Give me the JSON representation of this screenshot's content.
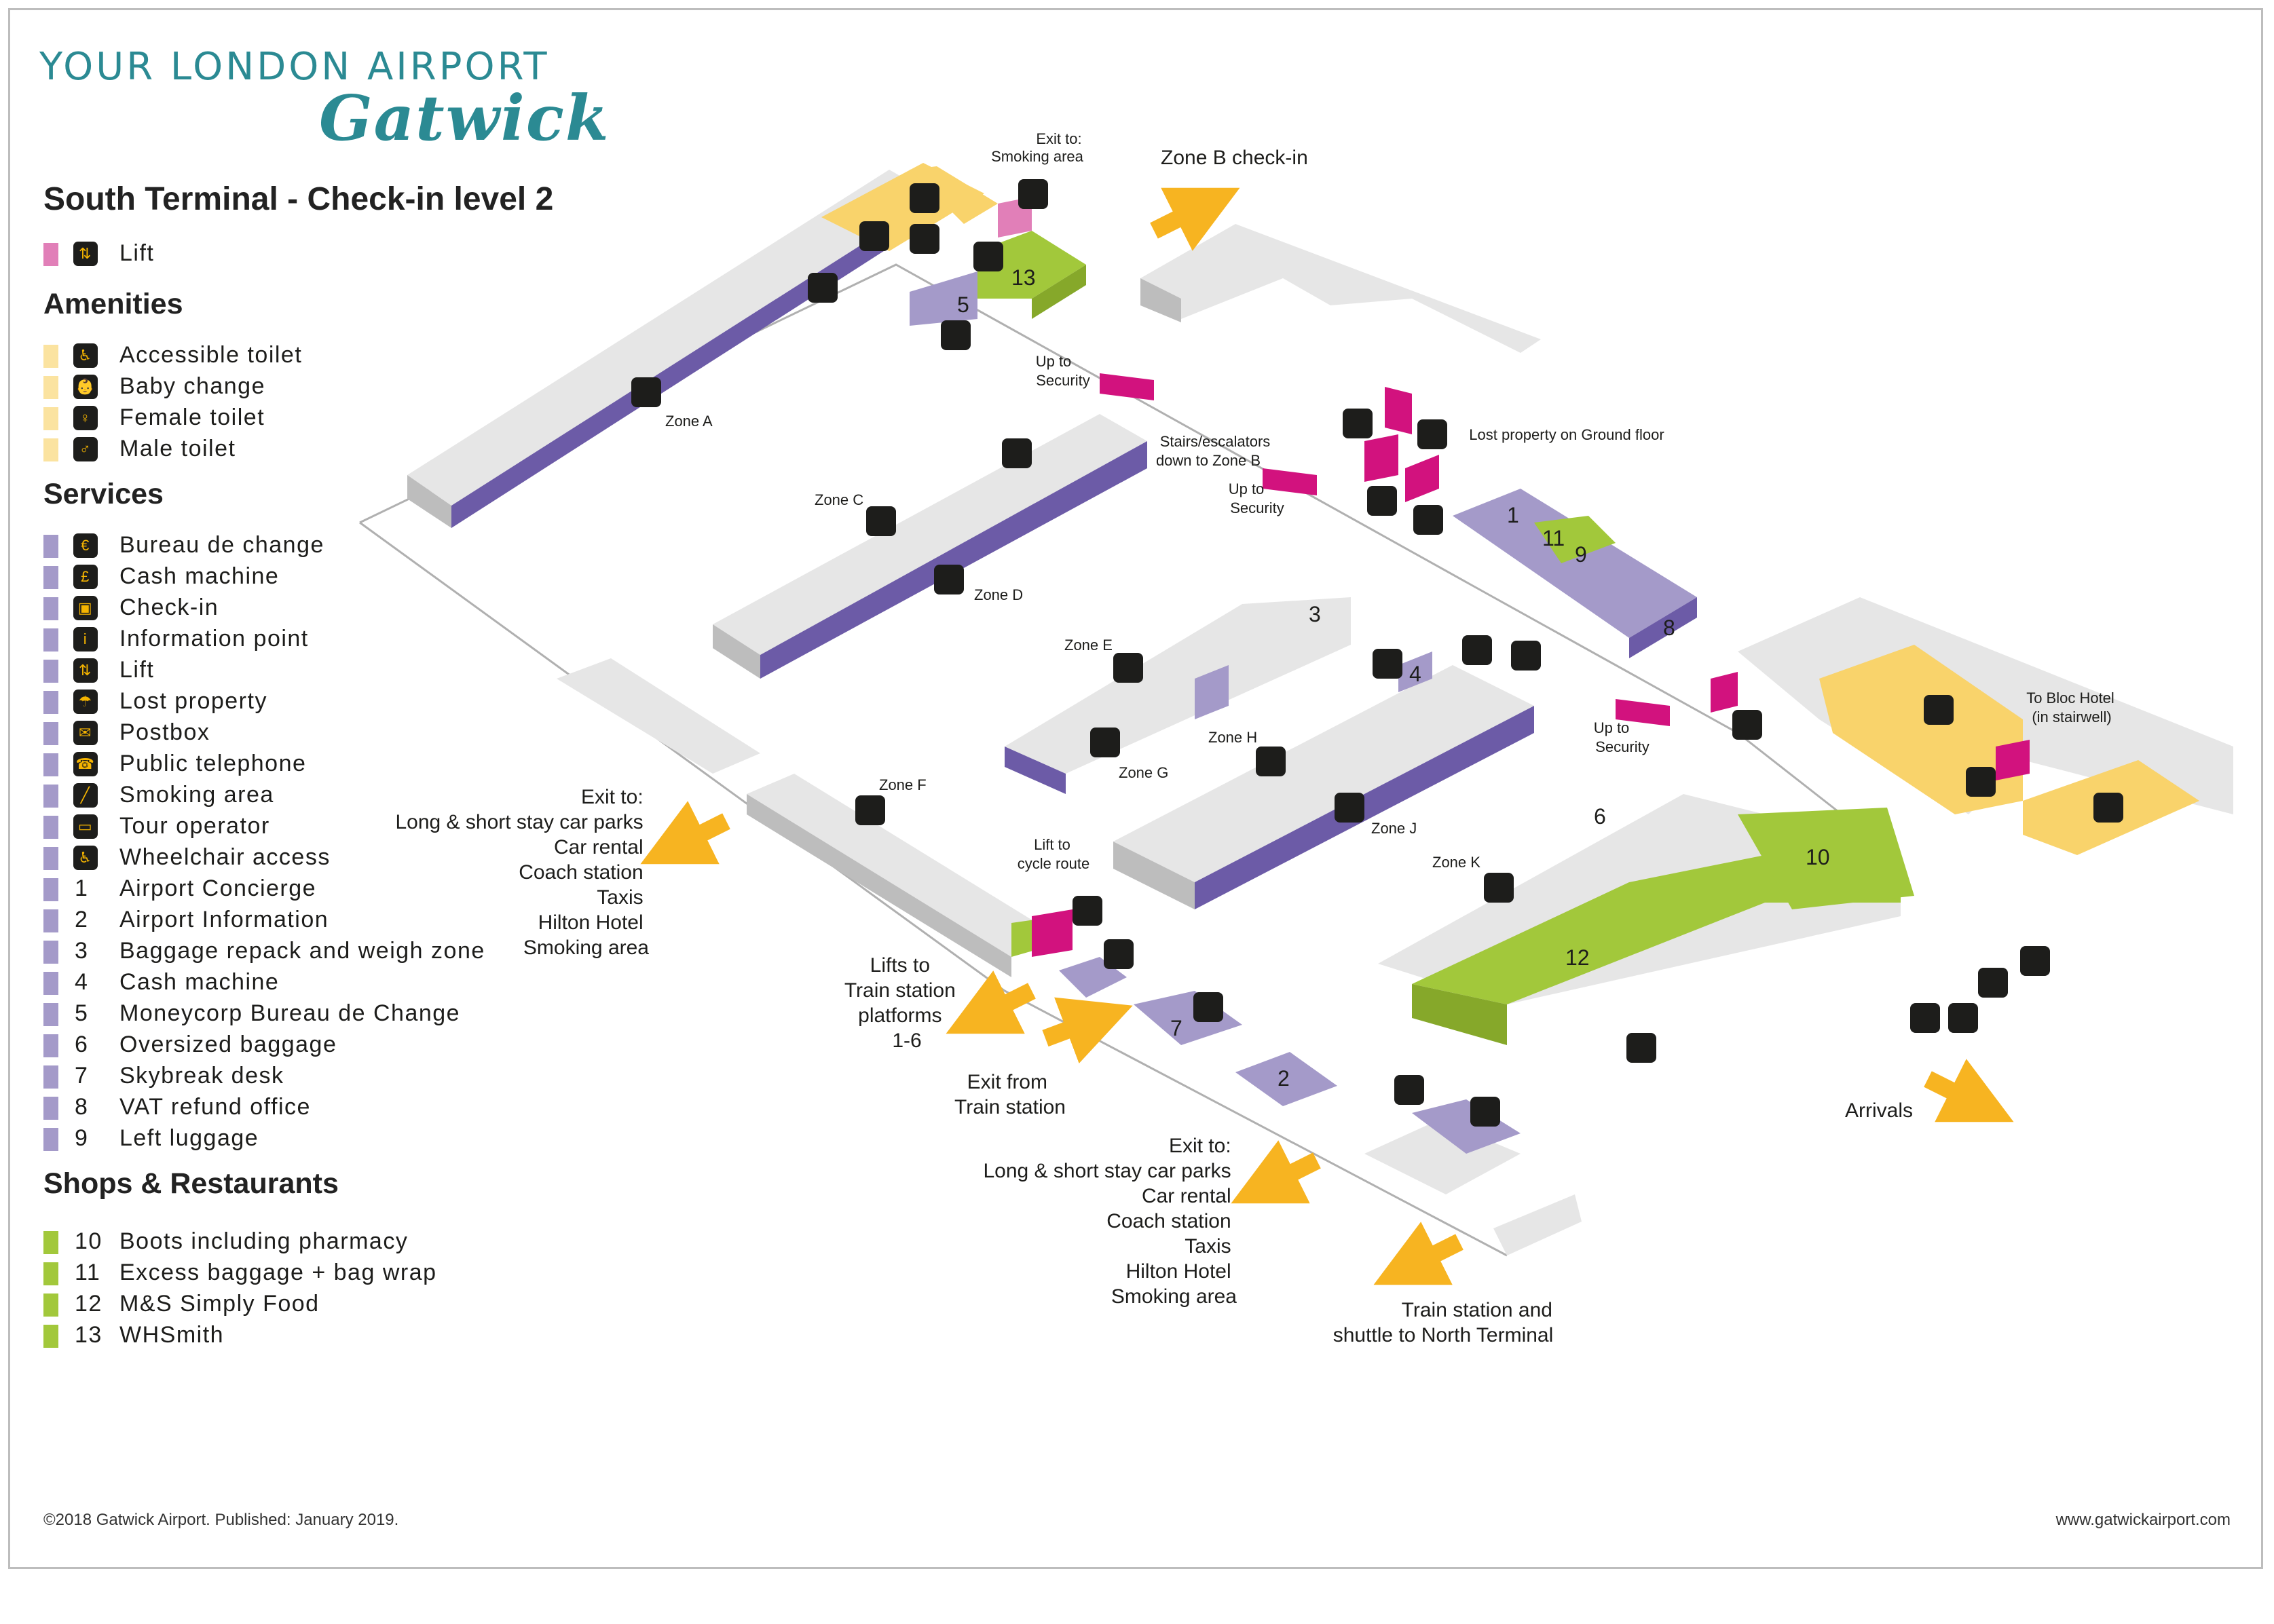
{
  "brand": {
    "line1": "YOUR LONDON AIRPORT",
    "line2": "Gatwick"
  },
  "title": "South Terminal - Check-in level 2",
  "lift_legend": {
    "label": "Lift",
    "color": "#e17fb8",
    "icon": "lift-icon"
  },
  "amenities": {
    "heading": "Amenities",
    "color": "#fbe3a0",
    "items": [
      {
        "label": "Accessible toilet",
        "icon": "wheelchair-toilet-icon",
        "glyph": "♿"
      },
      {
        "label": "Baby change",
        "icon": "baby-change-icon",
        "glyph": "👶"
      },
      {
        "label": "Female toilet",
        "icon": "female-toilet-icon",
        "glyph": "♀"
      },
      {
        "label": "Male toilet",
        "icon": "male-toilet-icon",
        "glyph": "♂"
      }
    ]
  },
  "services": {
    "heading": "Services",
    "color": "#a49ac9",
    "items": [
      {
        "label": "Bureau de change",
        "icon": "currency-icon",
        "glyph": "€"
      },
      {
        "label": "Cash machine",
        "icon": "cash-machine-icon",
        "glyph": "£"
      },
      {
        "label": "Check-in",
        "icon": "check-in-icon",
        "glyph": "▣"
      },
      {
        "label": "Information point",
        "icon": "information-icon",
        "glyph": "i"
      },
      {
        "label": "Lift",
        "icon": "lift-icon",
        "glyph": "⇅"
      },
      {
        "label": "Lost property",
        "icon": "lost-property-icon",
        "glyph": "☂"
      },
      {
        "label": "Postbox",
        "icon": "postbox-icon",
        "glyph": "✉"
      },
      {
        "label": "Public telephone",
        "icon": "telephone-icon",
        "glyph": "☎"
      },
      {
        "label": "Smoking area",
        "icon": "smoking-icon",
        "glyph": "╱"
      },
      {
        "label": "Tour operator",
        "icon": "tour-operator-icon",
        "glyph": "▭"
      },
      {
        "label": "Wheelchair access",
        "icon": "wheelchair-icon",
        "glyph": "♿"
      }
    ],
    "numbered": [
      {
        "num": "1",
        "label": "Airport Concierge"
      },
      {
        "num": "2",
        "label": "Airport Information"
      },
      {
        "num": "3",
        "label": "Baggage repack and weigh zone"
      },
      {
        "num": "4",
        "label": "Cash machine"
      },
      {
        "num": "5",
        "label": "Moneycorp Bureau de Change"
      },
      {
        "num": "6",
        "label": "Oversized baggage"
      },
      {
        "num": "7",
        "label": "Skybreak desk"
      },
      {
        "num": "8",
        "label": "VAT refund office"
      },
      {
        "num": "9",
        "label": "Left luggage"
      }
    ]
  },
  "shops": {
    "heading": "Shops & Restaurants",
    "color": "#a2c83b",
    "items": [
      {
        "num": "10",
        "label": "Boots including pharmacy"
      },
      {
        "num": "11",
        "label": "Excess baggage + bag wrap"
      },
      {
        "num": "12",
        "label": "M&S Simply Food"
      },
      {
        "num": "13",
        "label": "WHSmith"
      }
    ]
  },
  "map": {
    "zones": [
      "Zone A",
      "Zone B check-in",
      "Zone C",
      "Zone D",
      "Zone E",
      "Zone F",
      "Zone G",
      "Zone H",
      "Zone J",
      "Zone K"
    ],
    "unit_numbers": [
      "1",
      "2",
      "3",
      "4",
      "5",
      "6",
      "7",
      "8",
      "9",
      "10",
      "11",
      "12",
      "13"
    ],
    "exit_smoking": [
      "Exit to:",
      "Smoking area"
    ],
    "up_to_security": [
      "Up to",
      "Security"
    ],
    "stairs_zone_b": [
      "Stairs/escalators",
      "down to Zone B"
    ],
    "lost_property": "Lost property on Ground floor",
    "bloc_hotel": [
      "To Bloc Hotel",
      "(in stairwell)"
    ],
    "exit_left": [
      "Exit to:",
      "Long & short stay car parks",
      "Car rental",
      "Coach station",
      "Taxis",
      "Hilton Hotel",
      "Smoking area"
    ],
    "lift_cycle": [
      "Lift to",
      "cycle route"
    ],
    "lifts_train": [
      "Lifts to",
      "Train station",
      "platforms",
      "1-6"
    ],
    "exit_from_train": [
      "Exit from",
      "Train station"
    ],
    "exit_bottom": [
      "Exit to:",
      "Long & short stay car parks",
      "Car rental",
      "Coach station",
      "Taxis",
      "Hilton Hotel",
      "Smoking area"
    ],
    "train_shuttle": [
      "Train station and",
      "shuttle to North Terminal"
    ],
    "arrivals": "Arrivals"
  },
  "footer": {
    "copyright": "©2018 Gatwick Airport. Published: January 2019.",
    "url": "www.gatwickairport.com"
  }
}
